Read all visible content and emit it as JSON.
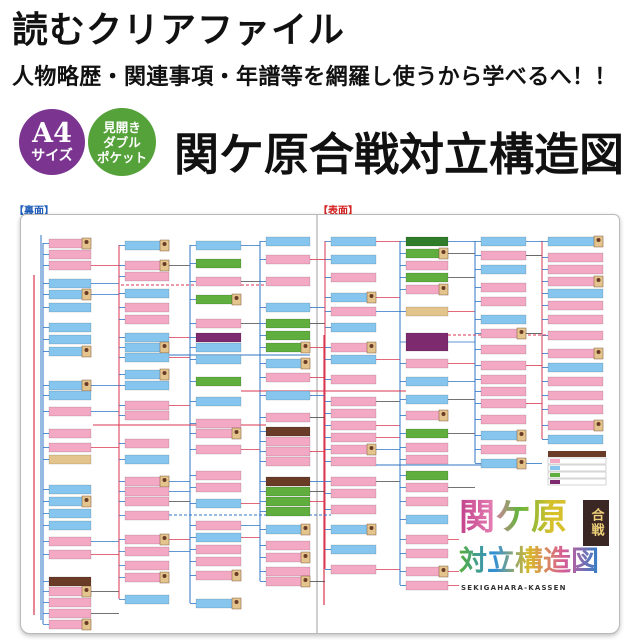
{
  "header": {
    "title": "読むクリアファイル",
    "subtitle": "人物略歴・関連事項・年譜等を網羅し使うから学べるへ！！"
  },
  "badges": [
    {
      "lines": [
        "A4",
        "サイズ"
      ],
      "color": "#7b3590"
    },
    {
      "lines": [
        "見開き",
        "ダブル",
        "ポケット"
      ],
      "color": "#55a23a"
    }
  ],
  "product_title": "関ケ原合戦対立構造図",
  "sides": {
    "back": "【裏面】",
    "front": "【表面】"
  },
  "logo": {
    "line1": "関ケ原",
    "block": "合戦",
    "line2": "対立構造図",
    "romaji": "SEKIGAHARA-KASSEN"
  },
  "colors": {
    "pink": "#f3a8c4",
    "blue": "#86c6ee",
    "green": "#5fae3e",
    "green_dark": "#2f7d2a",
    "purple": "#7d2a6f",
    "tan": "#e3c48c",
    "brown": "#6a3b26",
    "line_blue": "#2d74c4",
    "line_red": "#d9364f",
    "line_dark": "#444444",
    "seam": "#cfcfcf"
  }
}
